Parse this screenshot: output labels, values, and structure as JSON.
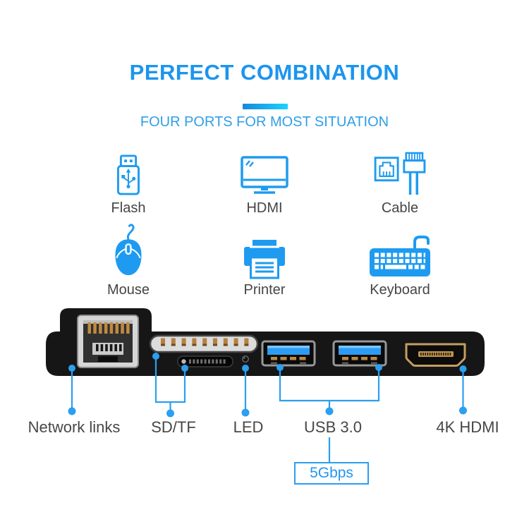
{
  "header": {
    "title": "PERFECT COMBINATION",
    "subtitle": "FOUR PORTS FOR MOST SITUATION"
  },
  "devices": [
    {
      "label": "Flash",
      "icon": "usb-flash-drive-icon"
    },
    {
      "label": "HDMI",
      "icon": "monitor-icon"
    },
    {
      "label": "Cable",
      "icon": "ethernet-cable-icon"
    },
    {
      "label": "Mouse",
      "icon": "mouse-icon"
    },
    {
      "label": "Printer",
      "icon": "printer-icon"
    },
    {
      "label": "Keyboard",
      "icon": "keyboard-icon"
    }
  ],
  "hub": {
    "port_labels": {
      "network": "Network links",
      "card_reader": "SD/TF",
      "led": "LED",
      "usb": "USB 3.0",
      "hdmi": "4K HDMI"
    },
    "usb_speed_badge": "5Gbps",
    "port_icons": [
      "rj45-port",
      "sd-card-slot",
      "tf-card-slot",
      "led-indicator",
      "usb3-port",
      "usb3-port",
      "hdmi-port"
    ]
  },
  "colors": {
    "title_blue": "#1c95ee",
    "subtitle_blue": "#2f9fe8",
    "icon_blue": "#1e9bf0",
    "leader_blue": "#2b9ff0",
    "label_gray": "#474747",
    "divider_gradient_start": "#1a86dd",
    "divider_gradient_end": "#19d5fd",
    "hub_body": "#161616",
    "usb_tongue_blue": "#2e9bf2",
    "contact_gold": "#c08a42"
  }
}
